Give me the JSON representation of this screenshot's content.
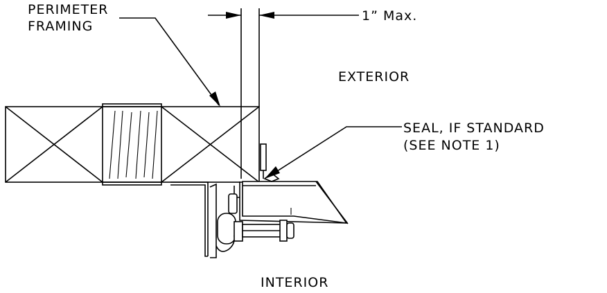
{
  "labels": {
    "perimeter_line1": "PERIMETER",
    "perimeter_line2": "FRAMING",
    "dimension": "1” Max.",
    "exterior": "EXTERIOR",
    "seal_line1": "SEAL, IF STANDARD",
    "seal_line2": "(SEE NOTE 1)",
    "interior": "INTERIOR"
  },
  "colors": {
    "ink": "#000000",
    "paper": "#ffffff"
  }
}
